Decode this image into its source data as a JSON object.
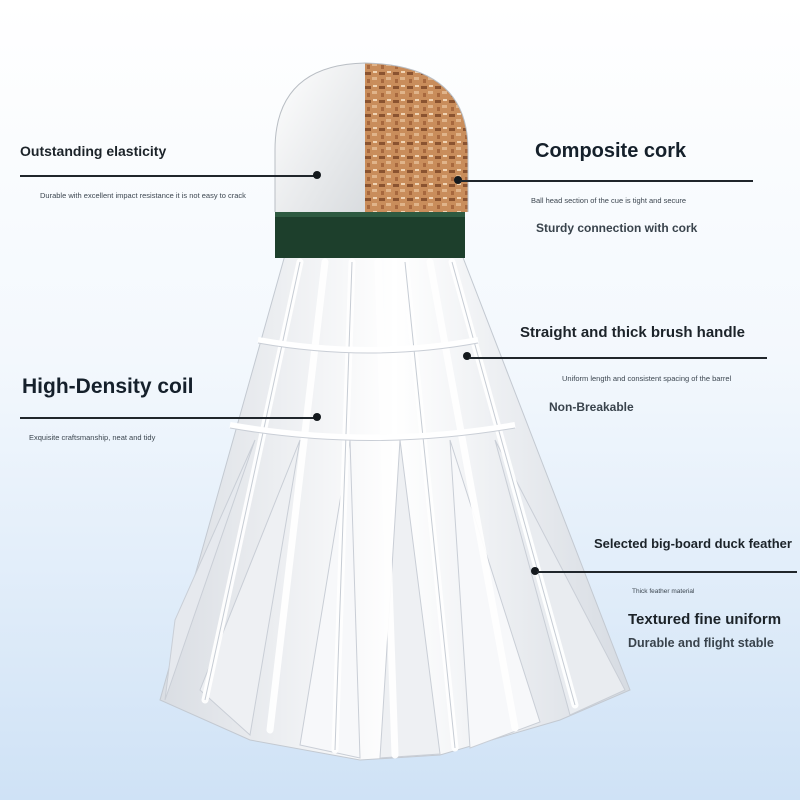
{
  "callouts": {
    "outstanding_elasticity": {
      "title": "Outstanding elasticity",
      "desc": "Durable with excellent impact resistance it is not easy to crack"
    },
    "composite_cork": {
      "title": "Composite cork",
      "desc": "Ball head section of the cue is tight and secure",
      "sub": "Sturdy connection with cork"
    },
    "brush_handle": {
      "title": "Straight and thick brush handle",
      "desc": "Uniform length and consistent spacing of the barrel",
      "sub": "Non-Breakable"
    },
    "density_coil": {
      "title": "High-Density coil",
      "desc": "Exquisite craftsmanship, neat and tidy"
    },
    "duck_feather": {
      "title": "Selected big-board duck feather",
      "desc": "Thick feather material",
      "sub1": "Textured fine uniform",
      "sub2": "Durable and flight stable"
    }
  },
  "colors": {
    "cork_white": "#f2f2f2",
    "cork_brown": "#b5784a",
    "band_green": "#1d3f2c",
    "feather": "#f4f5f7",
    "background_bottom": "#cfe2f6"
  }
}
